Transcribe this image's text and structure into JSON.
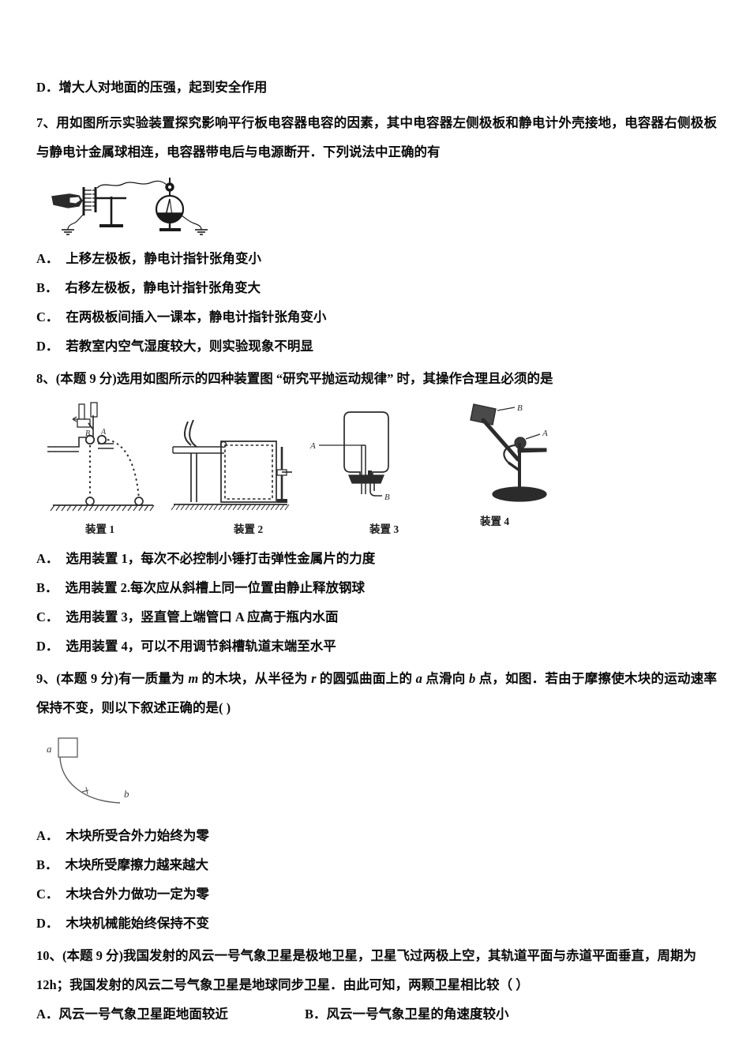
{
  "document": {
    "type": "physics-exam-paper",
    "language": "zh-CN"
  },
  "prev_option_d": "D．增大人对地面的压强，起到安全作用",
  "q7": {
    "number": "7、",
    "stem": "用如图所示实验装置探究影响平行板电容器电容的因素，其中电容器左侧极板和静电计外壳接地，电容器右侧极板与静电计金属球相连，电容器带电后与电源断开．下列说法中正确的有",
    "figure": {
      "name": "parallel-plate-capacitor-electroscope",
      "labels": []
    },
    "options": [
      {
        "label": "A．",
        "text": "上移左极板，静电计指针张角变小"
      },
      {
        "label": "B．",
        "text": "右移左极板，静电计指针张角变大"
      },
      {
        "label": "C．",
        "text": "在两极板间插入一课本，静电计指针张角变小"
      },
      {
        "label": "D．",
        "text": "若教室内空气湿度较大，则实验现象不明显"
      }
    ]
  },
  "q8": {
    "number": "8、",
    "score_tag": "(本题 9 分)",
    "stem": "选用如图所示的四种装置图 “研究平抛运动规律” 时，其操作合理且必须的是",
    "figure": {
      "name": "four-projectile-apparatus",
      "captions": [
        "装置 1",
        "装置 2",
        "装置 3",
        "装置 4"
      ],
      "point_labels": [
        "A",
        "B",
        "A",
        "B",
        "A",
        "B"
      ]
    },
    "options": [
      {
        "label": "A．",
        "text": "选用装置 1，每次不必控制小锤打击弹性金属片的力度"
      },
      {
        "label": "B．",
        "text": "选用装置 2.每次应从斜槽上同一位置由静止释放钢球"
      },
      {
        "label": "C．",
        "text": "选用装置 3，竖直管上端管口 A 应高于瓶内水面"
      },
      {
        "label": "D．",
        "text": "选用装置 4，可以不用调节斜槽轨道末端至水平"
      }
    ]
  },
  "q9": {
    "number": "9、",
    "score_tag": "(本题 9 分)",
    "stem_part1": "有一质量为 ",
    "stem_m": "m",
    "stem_part2": " 的木块，从半径为 ",
    "stem_r": "r",
    "stem_part3": " 的圆弧曲面上的 ",
    "stem_a": "a",
    "stem_part4": " 点滑向 ",
    "stem_b": "b",
    "stem_part5": " 点，如图．若由于摩擦使木块的运动速率保持不变，则以下叙述正确的是(        )",
    "figure": {
      "name": "arc-surface-block-sliding",
      "labels": [
        "a",
        "b"
      ]
    },
    "options": [
      {
        "label": "A．",
        "text": "木块所受合外力始终为零"
      },
      {
        "label": "B．",
        "text": "木块所受摩擦力越来越大"
      },
      {
        "label": "C．",
        "text": "木块合外力做功一定为零"
      },
      {
        "label": "D．",
        "text": "木块机械能始终保持不变"
      }
    ]
  },
  "q10": {
    "number": "10、",
    "score_tag": "(本题 9 分)",
    "stem_line1": "我国发射的风云一号气象卫星是极地卫星，卫星飞过两极上空，其轨道平面与赤道平面垂直，周期为",
    "stem_line2": "12h；我国发射的风云二号气象卫星是地球同步卫星．由此可知，两颗卫星相比较（    ）",
    "options": [
      {
        "label": "A．",
        "text": "风云一号气象卫星距地面较近"
      },
      {
        "label": "B．",
        "text": "风云一号气象卫星的角速度较小"
      }
    ]
  },
  "colors": {
    "text": "#101010",
    "figure_ink": "#1a1a1a",
    "figure_gray": "#555555",
    "background": "#ffffff"
  }
}
